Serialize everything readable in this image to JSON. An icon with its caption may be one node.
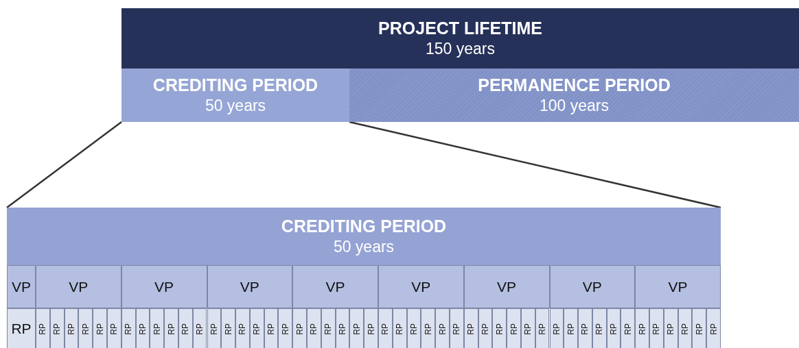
{
  "diagram": {
    "nodes": [
      {
        "text": [
          "PROJECT LIFETIME",
          "150 years"
        ]
      },
      {
        "text": [
          "CREDITING PERIOD",
          "50 years"
        ]
      },
      {
        "text": [
          "PERMANENCE PERIOD",
          "100 years"
        ]
      },
      {
        "text": [
          "CREDITING PERIOD",
          "50 years"
        ]
      },
      {
        "text": [
          "VP"
        ]
      },
      {
        "text": [
          "VP"
        ]
      },
      {
        "text": [
          "VP"
        ]
      },
      {
        "text": [
          "VP"
        ]
      },
      {
        "text": [
          "VP"
        ]
      },
      {
        "text": [
          "VP"
        ]
      },
      {
        "text": [
          "VP"
        ]
      },
      {
        "text": [
          "VP"
        ]
      },
      {
        "text": [
          "VP"
        ]
      },
      {
        "text": [
          "RP"
        ]
      },
      {
        "text": [
          "RP"
        ]
      },
      {
        "text": [
          "RP"
        ]
      },
      {
        "text": [
          "RP"
        ]
      },
      {
        "text": [
          "RP"
        ]
      },
      {
        "text": [
          "RP"
        ]
      },
      {
        "text": [
          "RP"
        ]
      },
      {
        "text": [
          "RP"
        ]
      },
      {
        "text": [
          "RP"
        ]
      },
      {
        "text": [
          "RP"
        ]
      },
      {
        "text": [
          "RP"
        ]
      },
      {
        "text": [
          "RP"
        ]
      },
      {
        "text": [
          "RP"
        ]
      },
      {
        "text": [
          "RP"
        ]
      },
      {
        "text": [
          "RP"
        ]
      },
      {
        "text": [
          "RP"
        ]
      },
      {
        "text": [
          "RP"
        ]
      },
      {
        "text": [
          "RP"
        ]
      },
      {
        "text": [
          "RP"
        ]
      },
      {
        "text": [
          "RP"
        ]
      },
      {
        "text": [
          "RP"
        ]
      },
      {
        "text": [
          "RP"
        ]
      },
      {
        "text": [
          "RP"
        ]
      },
      {
        "text": [
          "RP"
        ]
      },
      {
        "text": [
          "RP"
        ]
      },
      {
        "text": [
          "RP"
        ]
      },
      {
        "text": [
          "RP"
        ]
      },
      {
        "text": [
          "RP"
        ]
      },
      {
        "text": [
          "RP"
        ]
      },
      {
        "text": [
          "RP"
        ]
      },
      {
        "text": [
          "RP"
        ]
      },
      {
        "text": [
          "RP"
        ]
      },
      {
        "text": [
          "RP"
        ]
      },
      {
        "text": [
          "RP"
        ]
      },
      {
        "text": [
          "RP"
        ]
      },
      {
        "text": [
          "RP"
        ]
      },
      {
        "text": [
          "RP"
        ]
      },
      {
        "text": [
          "RP"
        ]
      },
      {
        "text": [
          "RP"
        ]
      },
      {
        "text": [
          "RP"
        ]
      },
      {
        "text": [
          "RP"
        ]
      },
      {
        "text": [
          "RP"
        ]
      },
      {
        "text": [
          "RP"
        ]
      },
      {
        "text": [
          "RP"
        ]
      },
      {
        "text": [
          "RP"
        ]
      },
      {
        "text": [
          "RP"
        ]
      },
      {
        "text": [
          "RP"
        ]
      },
      {
        "text": [
          "RP"
        ]
      },
      {
        "text": [
          "RP"
        ]
      }
    ],
    "edges": [
      {
        "from": 1,
        "to": 3,
        "arrow": "none"
      },
      {
        "from": 1,
        "to": 3,
        "arrow": "none"
      }
    ]
  }
}
